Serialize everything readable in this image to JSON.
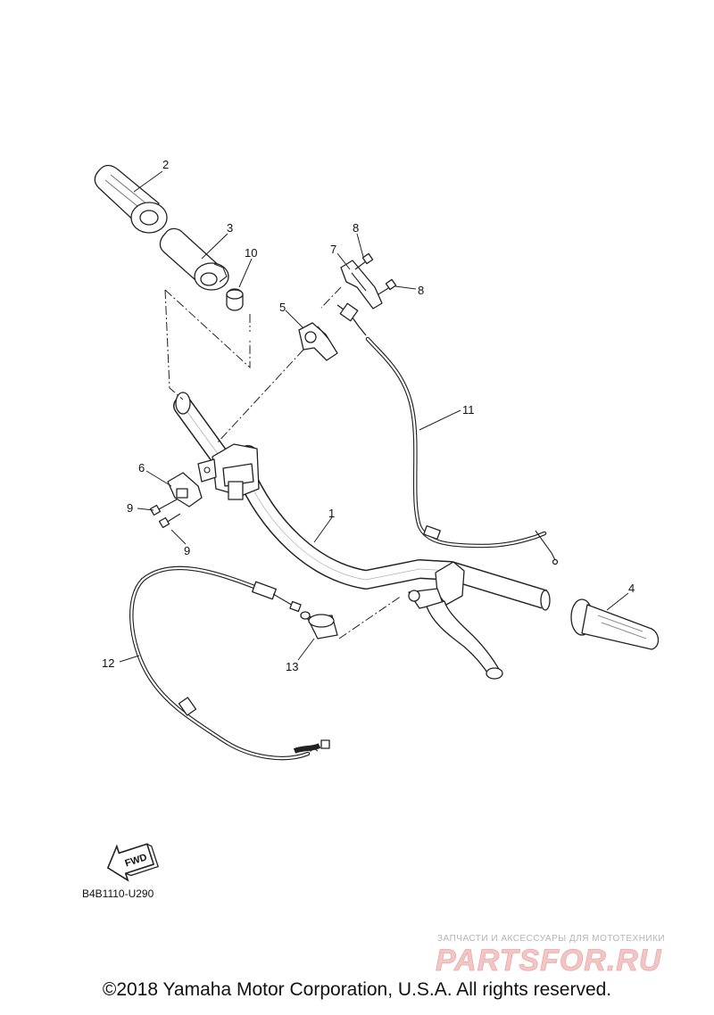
{
  "diagram": {
    "callouts": [
      {
        "id": "2",
        "label": "2"
      },
      {
        "id": "3",
        "label": "3"
      },
      {
        "id": "10",
        "label": "10"
      },
      {
        "id": "8a",
        "label": "8"
      },
      {
        "id": "7",
        "label": "7"
      },
      {
        "id": "8b",
        "label": "8"
      },
      {
        "id": "5",
        "label": "5"
      },
      {
        "id": "11",
        "label": "11"
      },
      {
        "id": "6",
        "label": "6"
      },
      {
        "id": "9a",
        "label": "9"
      },
      {
        "id": "9b",
        "label": "9"
      },
      {
        "id": "1",
        "label": "1"
      },
      {
        "id": "4",
        "label": "4"
      },
      {
        "id": "12",
        "label": "12"
      },
      {
        "id": "13",
        "label": "13"
      }
    ],
    "fwd_label": "FWD",
    "diagram_code": "B4B1110-U290"
  },
  "watermark": {
    "tagline": "ЗАПЧАСТИ И АКСЕССУАРЫ ДЛЯ МОТОТЕХНИКИ",
    "brand": "PARTSFOR.RU"
  },
  "copyright": "©2018 Yamaha Motor Corporation, U.S.A. All rights reserved."
}
